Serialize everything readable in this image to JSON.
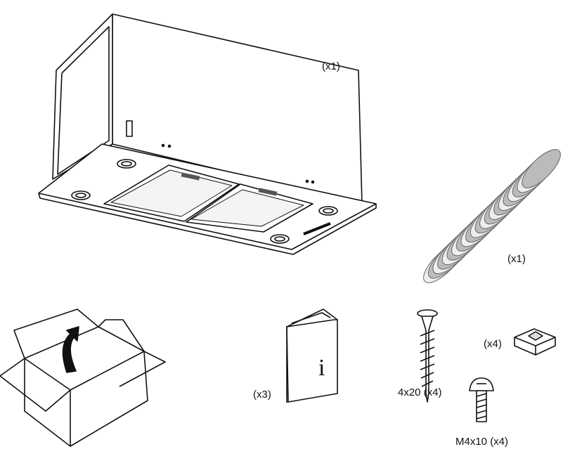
{
  "parts": {
    "hood": {
      "quantity_label": "(x1)"
    },
    "duct": {
      "quantity_label": "(x1)"
    },
    "manual": {
      "quantity_label": "(x3)",
      "info_symbol": "i"
    },
    "wood_screw": {
      "quantity_label": "4x20 (x4)"
    },
    "clip": {
      "quantity_label": "(x4)"
    },
    "machine_screw": {
      "quantity_label": "M4x10 (x4)"
    }
  }
}
